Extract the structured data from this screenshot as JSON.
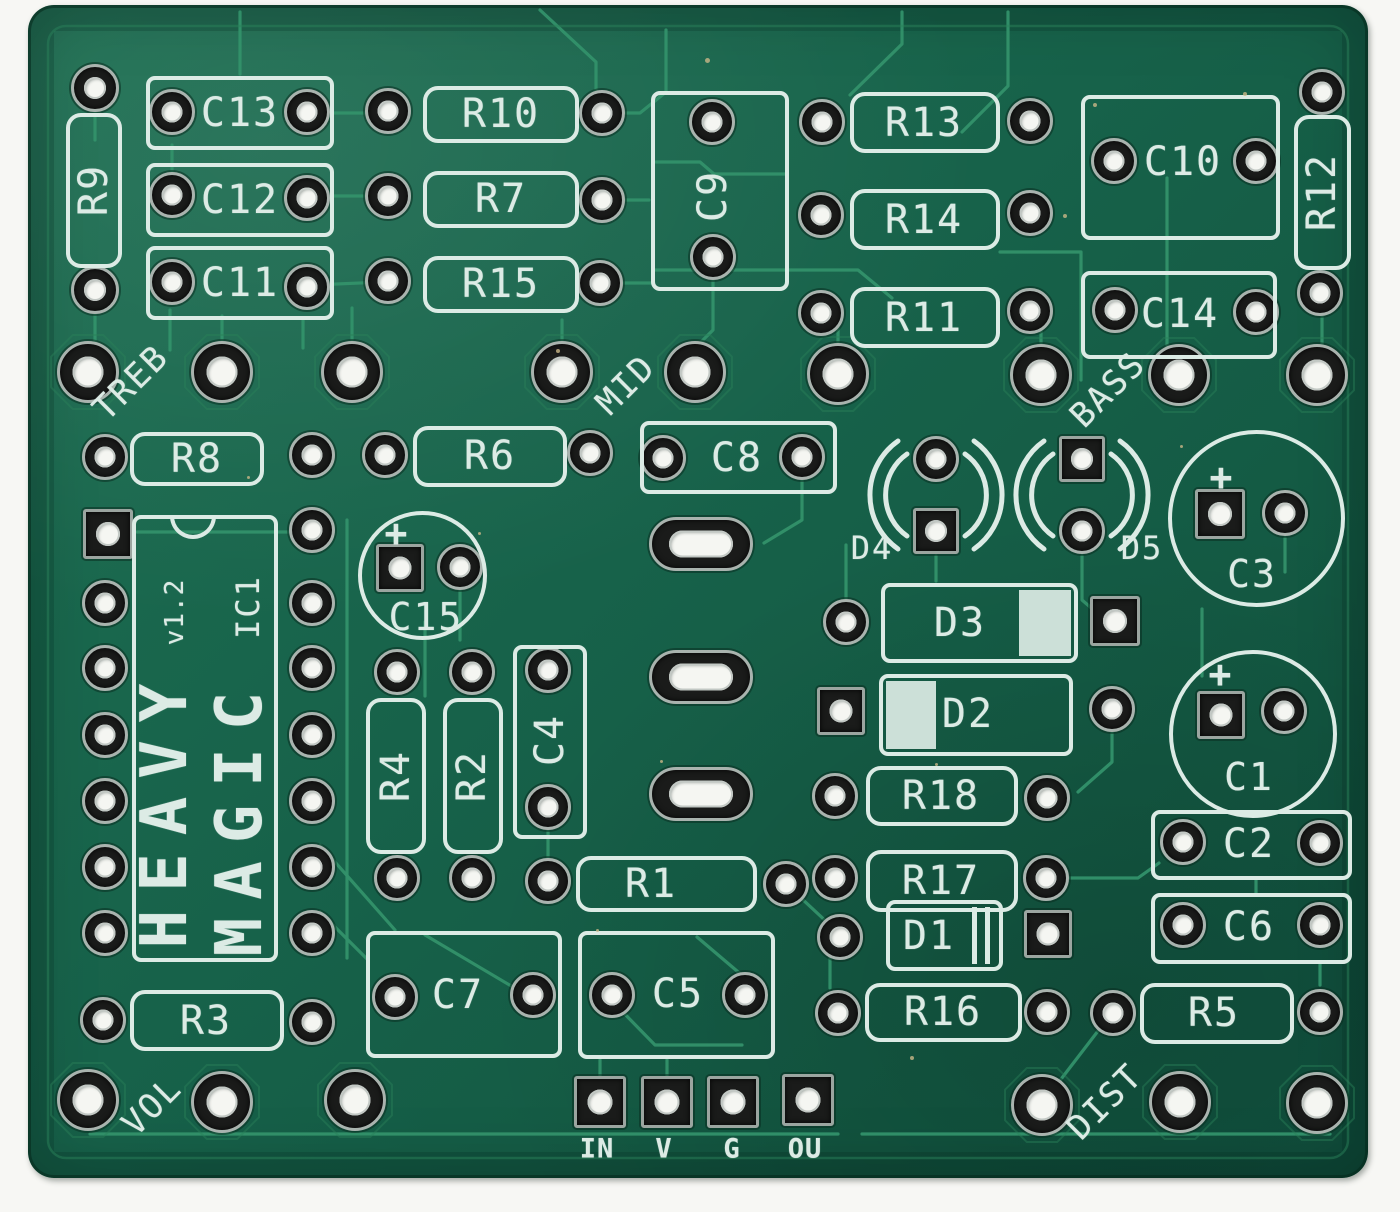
{
  "colors": {
    "scanner_background": "#f7f7f4",
    "board_green": "#17624a",
    "trace_green": "#33916a",
    "silkscreen": "#dcebe5",
    "pad_ring_silver": "#a9b3ae",
    "pad_black": "#1a1b1a",
    "hole_white": "#f5f6f2",
    "dust_speck": "#c9b687"
  },
  "silkscreen": {
    "title_line1": "HEAVY",
    "title_line2": "MAGIC",
    "version": "v1.2",
    "ic": "IC1",
    "polarity_mark": "+",
    "controls": {
      "treble": "TREB",
      "middle": "MID",
      "bass": "BASS",
      "volume": "VOL",
      "distortion": "DIST"
    },
    "io_pins": {
      "in": "IN",
      "voltage": "V",
      "ground": "G",
      "out": "OU"
    },
    "components": {
      "r1": "R1",
      "r2": "R2",
      "r3": "R3",
      "r4": "R4",
      "r5": "R5",
      "r6": "R6",
      "r7": "R7",
      "r8": "R8",
      "r9": "R9",
      "r10": "R10",
      "r11": "R11",
      "r12": "R12",
      "r13": "R13",
      "r14": "R14",
      "r15": "R15",
      "r16": "R16",
      "r17": "R17",
      "r18": "R18",
      "c1": "C1",
      "c2": "C2",
      "c3": "C3",
      "c4": "C4",
      "c5": "C5",
      "c6": "C6",
      "c7": "C7",
      "c8": "C8",
      "c9": "C9",
      "c10": "C10",
      "c11": "C11",
      "c12": "C12",
      "c13": "C13",
      "c14": "C14",
      "c15": "C15",
      "d1": "D1",
      "d2": "D2",
      "d3": "D3",
      "d4": "D4",
      "d5": "D5"
    }
  }
}
